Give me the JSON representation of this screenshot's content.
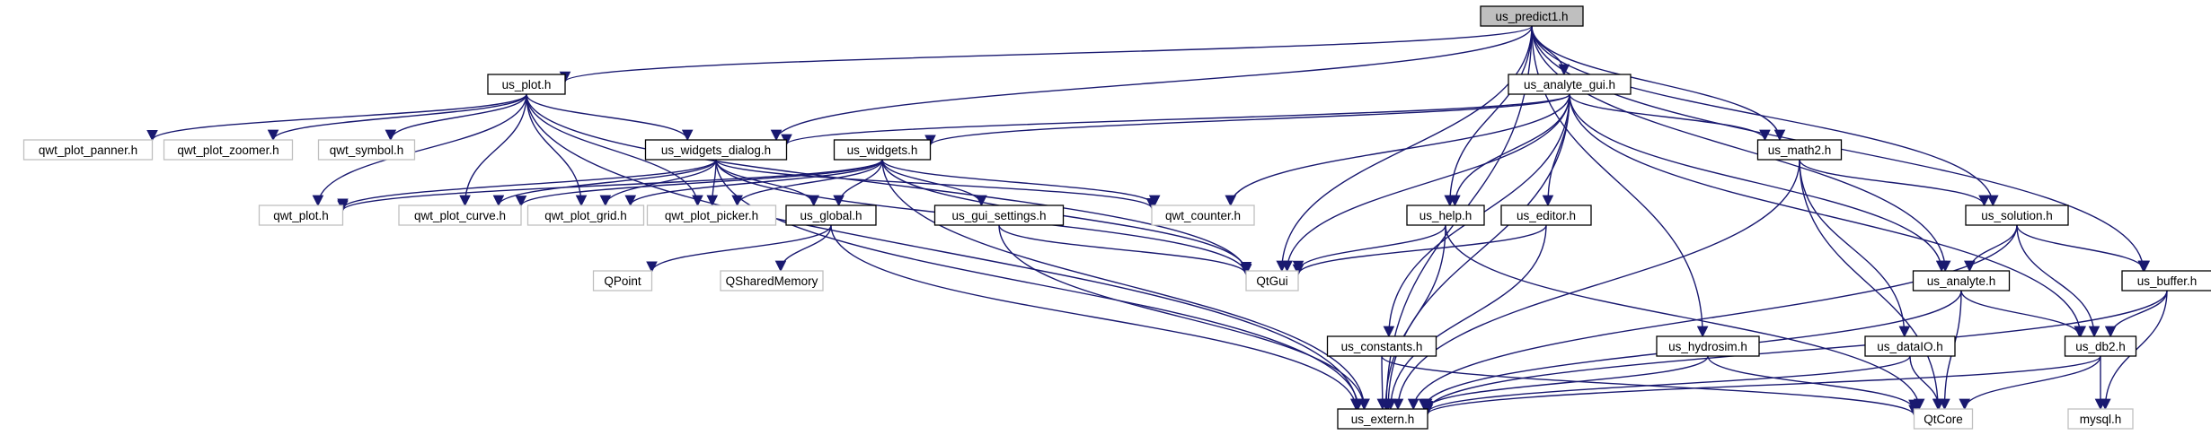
{
  "diagram": {
    "colors": {
      "edge": "#191970",
      "focus_fill": "#bfbfbf",
      "border_documented": "#000000",
      "border_external": "#bfbfbf",
      "background": "#ffffff"
    },
    "nodes": [
      {
        "id": "us_predict1",
        "label": "us_predict1.h",
        "kind": "focus"
      },
      {
        "id": "us_plot",
        "label": "us_plot.h",
        "kind": "documented"
      },
      {
        "id": "us_analyte_gui",
        "label": "us_analyte_gui.h",
        "kind": "documented"
      },
      {
        "id": "us_widgets_dialog",
        "label": "us_widgets_dialog.h",
        "kind": "documented"
      },
      {
        "id": "us_widgets",
        "label": "us_widgets.h",
        "kind": "documented"
      },
      {
        "id": "us_math2",
        "label": "us_math2.h",
        "kind": "documented"
      },
      {
        "id": "us_global",
        "label": "us_global.h",
        "kind": "documented"
      },
      {
        "id": "us_gui_settings",
        "label": "us_gui_settings.h",
        "kind": "documented"
      },
      {
        "id": "us_help",
        "label": "us_help.h",
        "kind": "documented"
      },
      {
        "id": "us_editor",
        "label": "us_editor.h",
        "kind": "documented"
      },
      {
        "id": "us_solution",
        "label": "us_solution.h",
        "kind": "documented"
      },
      {
        "id": "us_analyte",
        "label": "us_analyte.h",
        "kind": "documented"
      },
      {
        "id": "us_buffer",
        "label": "us_buffer.h",
        "kind": "documented"
      },
      {
        "id": "us_constants",
        "label": "us_constants.h",
        "kind": "documented"
      },
      {
        "id": "us_hydrosim",
        "label": "us_hydrosim.h",
        "kind": "documented"
      },
      {
        "id": "us_dataIO",
        "label": "us_dataIO.h",
        "kind": "documented"
      },
      {
        "id": "us_db2",
        "label": "us_db2.h",
        "kind": "documented"
      },
      {
        "id": "us_extern",
        "label": "us_extern.h",
        "kind": "documented"
      },
      {
        "id": "qwt_plot_panner",
        "label": "qwt_plot_panner.h",
        "kind": "external"
      },
      {
        "id": "qwt_plot_zoomer",
        "label": "qwt_plot_zoomer.h",
        "kind": "external"
      },
      {
        "id": "qwt_symbol",
        "label": "qwt_symbol.h",
        "kind": "external"
      },
      {
        "id": "qwt_plot",
        "label": "qwt_plot.h",
        "kind": "external"
      },
      {
        "id": "qwt_plot_curve",
        "label": "qwt_plot_curve.h",
        "kind": "external"
      },
      {
        "id": "qwt_plot_grid",
        "label": "qwt_plot_grid.h",
        "kind": "external"
      },
      {
        "id": "qwt_plot_picker",
        "label": "qwt_plot_picker.h",
        "kind": "external"
      },
      {
        "id": "qwt_counter",
        "label": "qwt_counter.h",
        "kind": "external"
      },
      {
        "id": "QtGui",
        "label": "QtGui",
        "kind": "external"
      },
      {
        "id": "QPoint",
        "label": "QPoint",
        "kind": "external"
      },
      {
        "id": "QSharedMemory",
        "label": "QSharedMemory",
        "kind": "external"
      },
      {
        "id": "QtCore",
        "label": "QtCore",
        "kind": "external"
      },
      {
        "id": "mysql",
        "label": "mysql.h",
        "kind": "external"
      }
    ],
    "edges": [
      [
        "us_predict1",
        "us_plot"
      ],
      [
        "us_predict1",
        "us_analyte_gui"
      ],
      [
        "us_predict1",
        "us_widgets_dialog"
      ],
      [
        "us_predict1",
        "us_math2"
      ],
      [
        "us_predict1",
        "us_help"
      ],
      [
        "us_predict1",
        "QtGui"
      ],
      [
        "us_predict1",
        "us_solution"
      ],
      [
        "us_predict1",
        "us_analyte"
      ],
      [
        "us_predict1",
        "us_buffer"
      ],
      [
        "us_predict1",
        "us_hydrosim"
      ],
      [
        "us_predict1",
        "us_extern"
      ],
      [
        "us_plot",
        "qwt_plot_panner"
      ],
      [
        "us_plot",
        "qwt_plot_zoomer"
      ],
      [
        "us_plot",
        "qwt_symbol"
      ],
      [
        "us_plot",
        "qwt_plot"
      ],
      [
        "us_plot",
        "qwt_plot_curve"
      ],
      [
        "us_plot",
        "qwt_plot_grid"
      ],
      [
        "us_plot",
        "qwt_plot_picker"
      ],
      [
        "us_plot",
        "us_widgets_dialog"
      ],
      [
        "us_plot",
        "QtGui"
      ],
      [
        "us_plot",
        "us_extern"
      ],
      [
        "us_analyte_gui",
        "us_widgets_dialog"
      ],
      [
        "us_analyte_gui",
        "us_widgets"
      ],
      [
        "us_analyte_gui",
        "qwt_counter"
      ],
      [
        "us_analyte_gui",
        "QtGui"
      ],
      [
        "us_analyte_gui",
        "us_help"
      ],
      [
        "us_analyte_gui",
        "us_editor"
      ],
      [
        "us_analyte_gui",
        "us_math2"
      ],
      [
        "us_analyte_gui",
        "us_analyte"
      ],
      [
        "us_analyte_gui",
        "us_db2"
      ],
      [
        "us_analyte_gui",
        "us_constants"
      ],
      [
        "us_analyte_gui",
        "us_extern"
      ],
      [
        "us_widgets_dialog",
        "qwt_plot"
      ],
      [
        "us_widgets_dialog",
        "qwt_plot_curve"
      ],
      [
        "us_widgets_dialog",
        "qwt_plot_grid"
      ],
      [
        "us_widgets_dialog",
        "qwt_plot_picker"
      ],
      [
        "us_widgets_dialog",
        "qwt_counter"
      ],
      [
        "us_widgets_dialog",
        "us_global"
      ],
      [
        "us_widgets_dialog",
        "QtGui"
      ],
      [
        "us_widgets_dialog",
        "us_extern"
      ],
      [
        "us_widgets",
        "qwt_plot"
      ],
      [
        "us_widgets",
        "qwt_plot_curve"
      ],
      [
        "us_widgets",
        "qwt_plot_grid"
      ],
      [
        "us_widgets",
        "qwt_plot_picker"
      ],
      [
        "us_widgets",
        "qwt_counter"
      ],
      [
        "us_widgets",
        "us_global"
      ],
      [
        "us_widgets",
        "us_gui_settings"
      ],
      [
        "us_widgets",
        "QtGui"
      ],
      [
        "us_widgets",
        "us_extern"
      ],
      [
        "us_global",
        "QPoint"
      ],
      [
        "us_global",
        "QSharedMemory"
      ],
      [
        "us_global",
        "us_extern"
      ],
      [
        "us_gui_settings",
        "QtGui"
      ],
      [
        "us_gui_settings",
        "us_extern"
      ],
      [
        "us_help",
        "QtGui"
      ],
      [
        "us_help",
        "us_extern"
      ],
      [
        "us_help",
        "QtCore"
      ],
      [
        "us_editor",
        "QtGui"
      ],
      [
        "us_editor",
        "us_extern"
      ],
      [
        "us_math2",
        "us_solution"
      ],
      [
        "us_math2",
        "us_dataIO"
      ],
      [
        "us_math2",
        "QtCore"
      ],
      [
        "us_math2",
        "us_extern"
      ],
      [
        "us_solution",
        "us_analyte"
      ],
      [
        "us_solution",
        "us_buffer"
      ],
      [
        "us_solution",
        "us_db2"
      ],
      [
        "us_solution",
        "us_extern"
      ],
      [
        "us_analyte",
        "us_db2"
      ],
      [
        "us_analyte",
        "QtCore"
      ],
      [
        "us_analyte",
        "us_extern"
      ],
      [
        "us_buffer",
        "us_db2"
      ],
      [
        "us_buffer",
        "mysql"
      ],
      [
        "us_buffer",
        "us_extern"
      ],
      [
        "us_constants",
        "us_extern"
      ],
      [
        "us_constants",
        "QtCore"
      ],
      [
        "us_hydrosim",
        "us_extern"
      ],
      [
        "us_hydrosim",
        "QtCore"
      ],
      [
        "us_dataIO",
        "us_extern"
      ],
      [
        "us_dataIO",
        "QtCore"
      ],
      [
        "us_db2",
        "us_extern"
      ],
      [
        "us_db2",
        "QtCore"
      ],
      [
        "us_db2",
        "mysql"
      ]
    ]
  }
}
